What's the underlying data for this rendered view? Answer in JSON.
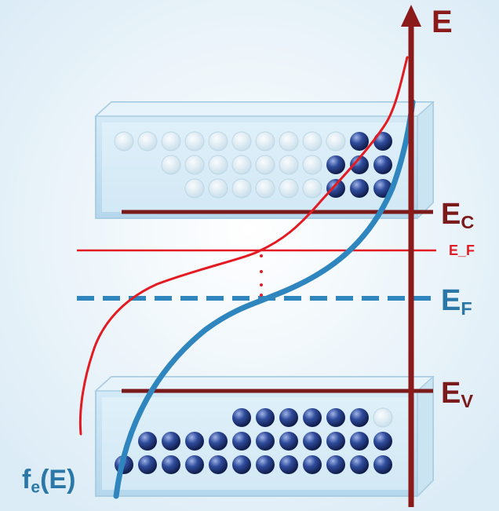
{
  "labels": {
    "axis_label": "E",
    "conduction_band": {
      "main": "E",
      "sub": "C"
    },
    "fermi_shifted": "E_F",
    "fermi_intrinsic": {
      "main": "E",
      "sub": "F"
    },
    "valence_band": {
      "main": "E",
      "sub": "V"
    },
    "distribution": {
      "main": "f",
      "sub": "e",
      "tail": "(E)"
    }
  },
  "colors": {
    "background": "#e9f4fb",
    "axis": "#8b1a1a",
    "band_edge": "#7a1a1a",
    "blue_curve": "#2f86bf",
    "red_annotation": "#e31b23",
    "label_blue": "#2b78a8",
    "electron": "#27408b",
    "hole": "#cfe3ef"
  },
  "conduction_band": {
    "electron_occupancy": [
      [
        false,
        false,
        false,
        false,
        false,
        false,
        false,
        false,
        false,
        false,
        true,
        true
      ],
      [
        false,
        false,
        false,
        false,
        false,
        false,
        false,
        true,
        true,
        true
      ],
      [
        false,
        false,
        false,
        false,
        false,
        false,
        true,
        true,
        true
      ]
    ]
  },
  "valence_band": {
    "electron_occupancy": [
      [
        true,
        true,
        true,
        true,
        true,
        true,
        false
      ],
      [
        true,
        true,
        true,
        true,
        true,
        true,
        true,
        true,
        true,
        true,
        true
      ],
      [
        true,
        true,
        true,
        true,
        true,
        true,
        true,
        true,
        true,
        true,
        true,
        true
      ]
    ]
  }
}
